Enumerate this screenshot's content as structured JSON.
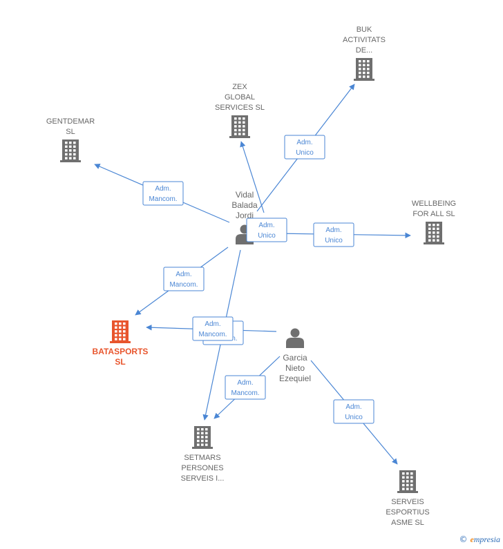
{
  "colors": {
    "edge": "#4a86d4",
    "company": "#6f6f6f",
    "main_company": "#e8552d",
    "person": "#6f6f6f",
    "label": "#666666"
  },
  "nodes": [
    {
      "id": "vidal",
      "type": "person",
      "label_lines": [
        "Vidal",
        "Balada",
        "Jordi"
      ]
    },
    {
      "id": "garcia",
      "type": "person",
      "label_lines": [
        "Garcia",
        "Nieto",
        "Ezequiel"
      ]
    },
    {
      "id": "batasports",
      "type": "company",
      "main": true,
      "label_lines": [
        "BATASPORTS",
        "SL"
      ]
    },
    {
      "id": "gentdemar",
      "type": "company",
      "label_lines": [
        "GENTDEMAR",
        "SL"
      ]
    },
    {
      "id": "zex",
      "type": "company",
      "label_lines": [
        "ZEX",
        "GLOBAL",
        "SERVICES  SL"
      ]
    },
    {
      "id": "buk",
      "type": "company",
      "label_lines": [
        "BUK",
        "ACTIVITATS",
        "DE..."
      ]
    },
    {
      "id": "wellbeing",
      "type": "company",
      "label_lines": [
        "WELLBEING",
        "FOR ALL  SL"
      ]
    },
    {
      "id": "setmars",
      "type": "company",
      "label_lines": [
        "SETMARS",
        "PERSONES",
        "SERVEIS I..."
      ]
    },
    {
      "id": "serveis",
      "type": "company",
      "label_lines": [
        "SERVEIS",
        "ESPORTIUS",
        "ASME  SL"
      ]
    }
  ],
  "edges": [
    {
      "from": "vidal",
      "to": "gentdemar",
      "label_lines": [
        "Adm.",
        "Mancom."
      ]
    },
    {
      "from": "vidal",
      "to": "zex",
      "label_lines": [
        "Adm.",
        "Unico"
      ]
    },
    {
      "from": "vidal",
      "to": "buk",
      "label_lines": [
        "Adm.",
        "Unico"
      ]
    },
    {
      "from": "vidal",
      "to": "wellbeing",
      "label_lines": [
        "Adm.",
        "Unico"
      ]
    },
    {
      "from": "vidal",
      "to": "batasports",
      "label_lines": [
        "Adm.",
        "Mancom."
      ]
    },
    {
      "from": "vidal",
      "to": "setmars",
      "label_lines": [
        "Adm.",
        "Mancom."
      ]
    },
    {
      "from": "garcia",
      "to": "batasports",
      "label_lines": [
        "Adm.",
        "Mancom."
      ]
    },
    {
      "from": "garcia",
      "to": "setmars",
      "label_lines": [
        "Adm.",
        "Mancom."
      ]
    },
    {
      "from": "garcia",
      "to": "serveis",
      "label_lines": [
        "Adm.",
        "Unico"
      ]
    }
  ],
  "footer": {
    "copyright": "©",
    "brand_initial": "e",
    "brand_rest": "mpresia"
  }
}
